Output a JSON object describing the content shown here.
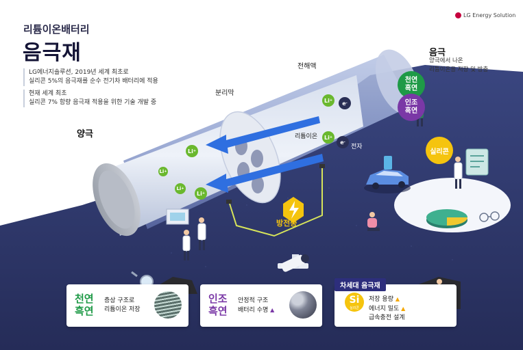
{
  "brand": "LG Energy Solution",
  "header": {
    "subtitle": "리튬이온배터리",
    "title": "음극재"
  },
  "info_blocks": [
    {
      "line1": "LG에너지솔루션, 2019년 세계 최초로",
      "line2": "실리콘 5%의 음극재를 순수 전기차 배터리에 적용"
    },
    {
      "line1": "현재 세계 최초",
      "line2": "실리콘 7% 함량 음극재 적용을 위한 기술 개발 중"
    }
  ],
  "labels": {
    "anode_plus": "양극",
    "separator": "분리막",
    "electrolyte": "전해액",
    "lithium_ion": "리튬이온",
    "electron": "전자",
    "discharge": "방전중",
    "li_symbol": "Li",
    "li_sup": "+",
    "e_symbol": "e",
    "e_sup": "-"
  },
  "negative_electrode": {
    "title": "음극",
    "desc1": "양극에서 나온",
    "desc2": "리튬이온을 저장 및 방출"
  },
  "bubbles": {
    "natural": "천연\n흑연",
    "artificial": "인조\n흑연",
    "silicon": "실리콘"
  },
  "cards": [
    {
      "title_l1": "천연",
      "title_l2": "흑연",
      "desc1": "층상 구조로",
      "desc2": "리튬이온 저장",
      "color": "#1f9a47"
    },
    {
      "title_l1": "인조",
      "title_l2": "흑연",
      "desc1": "안정적 구조",
      "desc2": "배터리 수명",
      "color": "#7a38a6"
    },
    {
      "badge": "차세대 음극재",
      "si_symbol": "Si",
      "si_name": "실리콘",
      "desc1": "저장 용량",
      "desc2": "에너지 밀도",
      "desc3": "급속충전 설계",
      "color": "#f5a700"
    }
  ],
  "colors": {
    "navy_floor": "#2e3a6b",
    "green": "#1f9a47",
    "purple": "#7a38a6",
    "yellow": "#f5c40e",
    "arrow_blue": "#2f6fe0"
  }
}
